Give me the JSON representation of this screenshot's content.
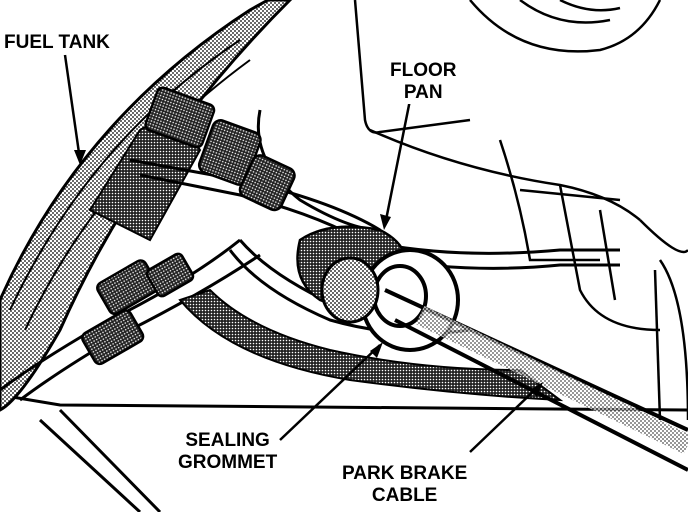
{
  "labels": {
    "fuel_tank": "FUEL TANK",
    "floor_pan": [
      "FLOOR",
      "PAN"
    ],
    "sealing_grommet": [
      "SEALING",
      "GROMMET"
    ],
    "park_brake_cable": [
      "PARK BRAKE",
      "CABLE"
    ]
  },
  "colors": {
    "ink": "#000000",
    "paper": "#ffffff",
    "shade": "#6e6e6e"
  }
}
